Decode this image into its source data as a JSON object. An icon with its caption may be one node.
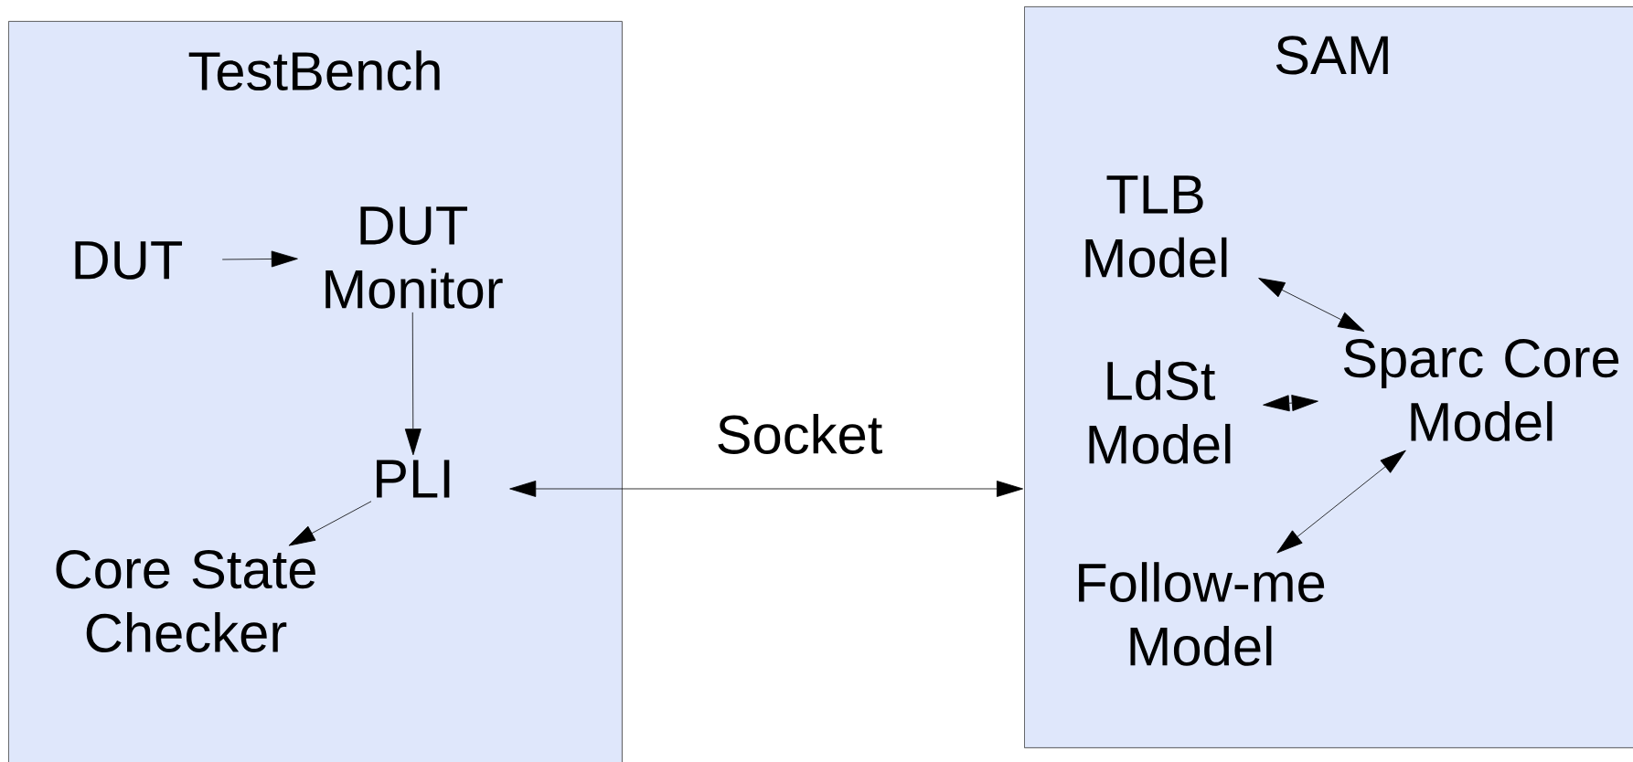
{
  "diagram": {
    "nodes": [
      {
        "text": [
          "TestBench"
        ]
      },
      {
        "text": [
          "DUT"
        ],
        "in": 0
      },
      {
        "text": [
          "DUT Monitor"
        ],
        "in": 0
      },
      {
        "text": [
          "PLI"
        ],
        "in": 0
      },
      {
        "text": [
          "Core State Checker"
        ],
        "in": 0
      },
      {
        "text": [
          "SAM"
        ]
      },
      {
        "text": [
          "TLB Model"
        ],
        "in": 5
      },
      {
        "text": [
          "LdSt Model"
        ],
        "in": 5
      },
      {
        "text": [
          "Sparc Core Model"
        ],
        "in": 5
      },
      {
        "text": [
          "Follow-me Model"
        ],
        "in": 5
      }
    ],
    "edges": [
      {
        "from": 1,
        "to": 2,
        "arrow": "to"
      },
      {
        "from": 2,
        "to": 3,
        "arrow": "to"
      },
      {
        "from": 3,
        "to": 4,
        "arrow": "to"
      },
      {
        "from": 3,
        "to": 5,
        "arrow": "both",
        "label": "Socket"
      },
      {
        "from": 6,
        "to": 8,
        "arrow": "both"
      },
      {
        "from": 7,
        "to": 8,
        "arrow": "both"
      },
      {
        "from": 9,
        "to": 8,
        "arrow": "both"
      }
    ]
  }
}
